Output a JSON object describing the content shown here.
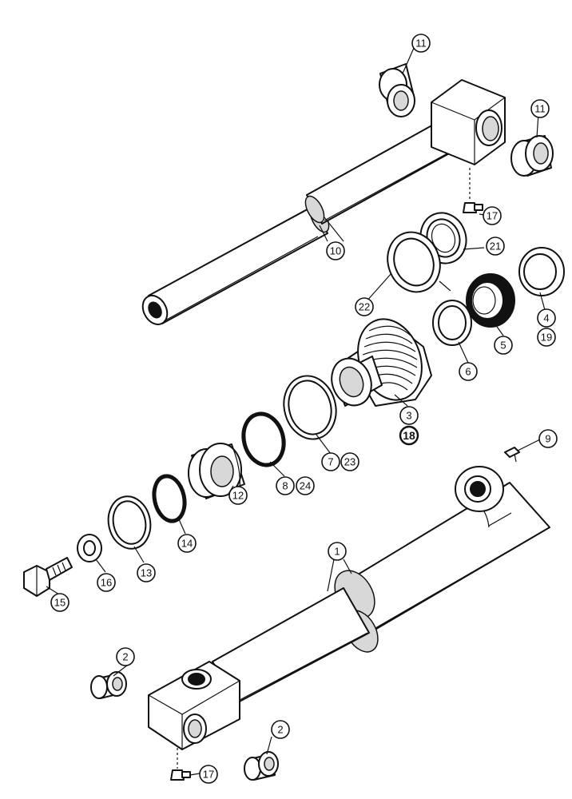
{
  "callouts": {
    "c11a": "11",
    "c11b": "11",
    "c17a": "17",
    "c21": "21",
    "c10": "10",
    "c22": "22",
    "c4": "4",
    "c19": "19",
    "c5": "5",
    "c6": "6",
    "c3": "3",
    "c18": "18",
    "c7": "7",
    "c23": "23",
    "c8": "8",
    "c24": "24",
    "c9": "9",
    "c12": "12",
    "c14": "14",
    "c13": "13",
    "c16": "16",
    "c15": "15",
    "c1": "1",
    "c2a": "2",
    "c2b": "2",
    "c17b": "17"
  }
}
